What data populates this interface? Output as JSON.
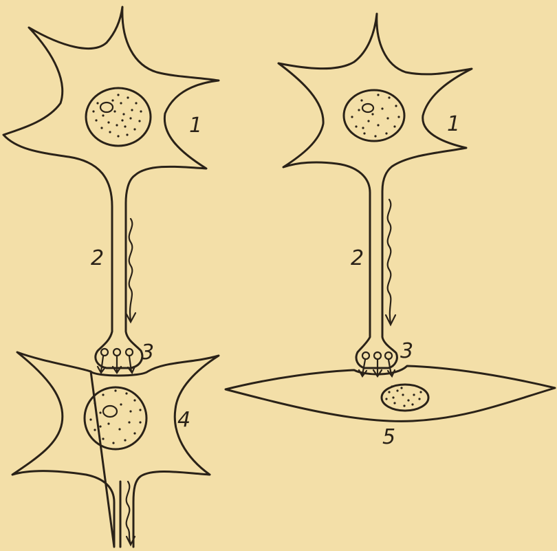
{
  "background_color": "#f3dfa8",
  "ink_color": "#2a2218",
  "labels": {
    "left_cell_body": "1",
    "left_axon": "2",
    "left_synapse": "3",
    "postsynaptic_neuron": "4",
    "right_cell_body": "1",
    "right_axon": "2",
    "right_synapse": "3",
    "muscle_cell": "5"
  }
}
